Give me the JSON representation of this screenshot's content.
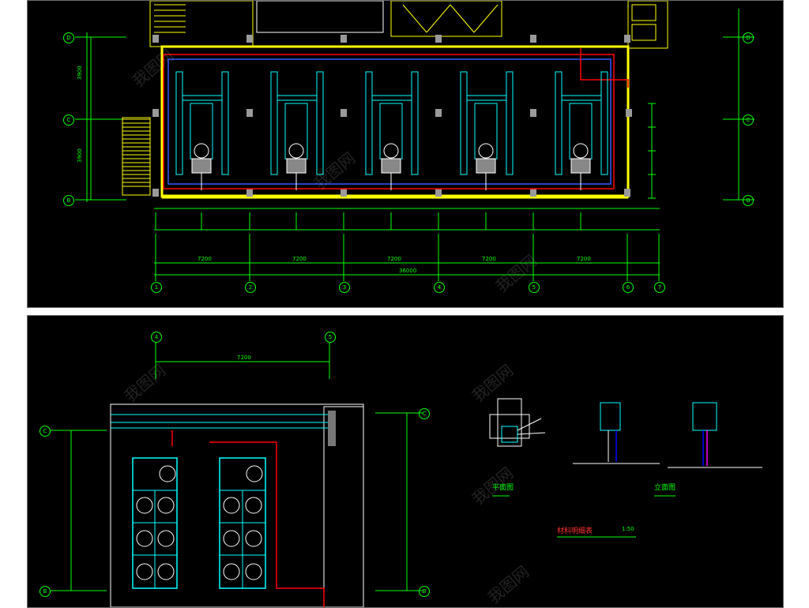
{
  "top_plan": {
    "axes_rows": [
      "D",
      "C",
      "B"
    ],
    "axes_cols": [
      "1",
      "2",
      "3",
      "4",
      "5",
      "6",
      "7"
    ]
  },
  "bottom_plan": {
    "axes_top": [
      "4",
      "5"
    ],
    "axes_left": [
      "C",
      "B"
    ],
    "axes_right": [
      "C",
      "B"
    ]
  },
  "details": {
    "plan_caption": "平面图",
    "elevation_caption": "立面图",
    "table_title": "材料明细表",
    "table_note": "1:50"
  },
  "watermark": "我图网",
  "colors": {
    "background": "#000000",
    "axis": "#00ff00",
    "wall": "#ffff00",
    "duct": "#00ffff",
    "pipe_supply": "#ff0000",
    "pipe_return": "#0000ff",
    "equipment": "#ffffff",
    "fan_coil": "#00ffff"
  }
}
